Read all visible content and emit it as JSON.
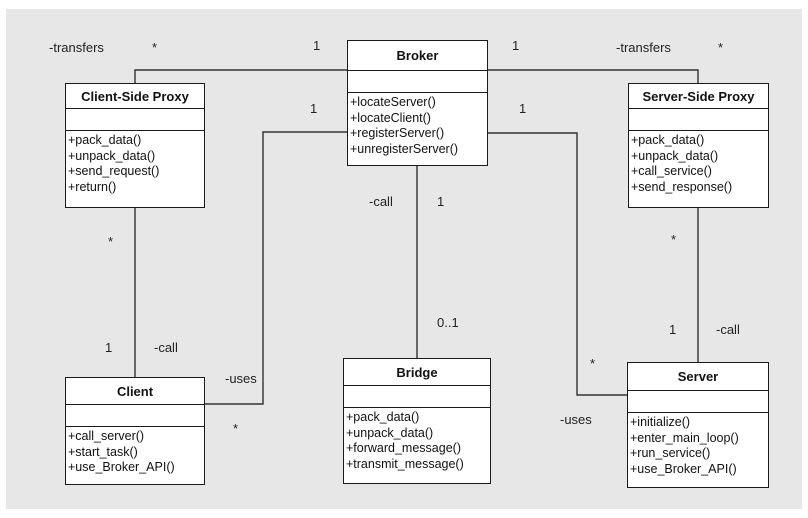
{
  "classes": {
    "broker": {
      "name": "Broker",
      "operations": [
        "+locateServer()",
        "+locateClient()",
        "+registerServer()",
        "+unregisterServer()"
      ]
    },
    "client_proxy": {
      "name": "Client-Side Proxy",
      "operations": [
        "+pack_data()",
        "+unpack_data()",
        "+send_request()",
        "+return()"
      ]
    },
    "server_proxy": {
      "name": "Server-Side Proxy",
      "operations": [
        "+pack_data()",
        "+unpack_data()",
        "+call_service()",
        "+send_response()"
      ]
    },
    "client": {
      "name": "Client",
      "operations": [
        "+call_server()",
        "+start_task()",
        "+use_Broker_API()"
      ]
    },
    "bridge": {
      "name": "Bridge",
      "operations": [
        "+pack_data()",
        "+unpack_data()",
        "+forward_message()",
        "+transmit_message()"
      ]
    },
    "server": {
      "name": "Server",
      "operations": [
        "+initialize()",
        "+enter_main_loop()",
        "+run_service()",
        "+use_Broker_API()"
      ]
    }
  },
  "labels": {
    "transfers_left": "-transfers",
    "star_top_left": "*",
    "one_top_left": "1",
    "one_top_right": "1",
    "transfers_right": "-transfers",
    "star_top_right": "*",
    "one_client_link": "1",
    "one_server_link": "1",
    "call_broker_bridge": "-call",
    "one_broker_bridge": "1",
    "star_client_proxy": "*",
    "one_client": "1",
    "call_client": "-call",
    "star_server_proxy": "*",
    "one_server": "1",
    "call_server": "-call",
    "bridge_mult": "0..1",
    "uses_client": "-uses",
    "star_client_uses": "*",
    "star_server_uses": "*",
    "uses_server": "-uses"
  }
}
